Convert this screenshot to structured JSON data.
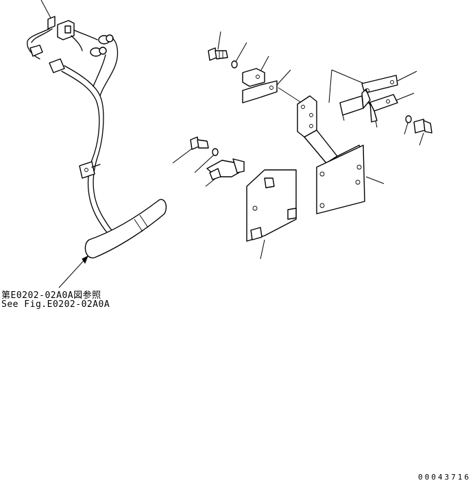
{
  "reference_note": {
    "japanese": "第E0202-02A0A図参照",
    "english": "See Fig.E0202-02A0A"
  },
  "drawing_number": "00043716"
}
